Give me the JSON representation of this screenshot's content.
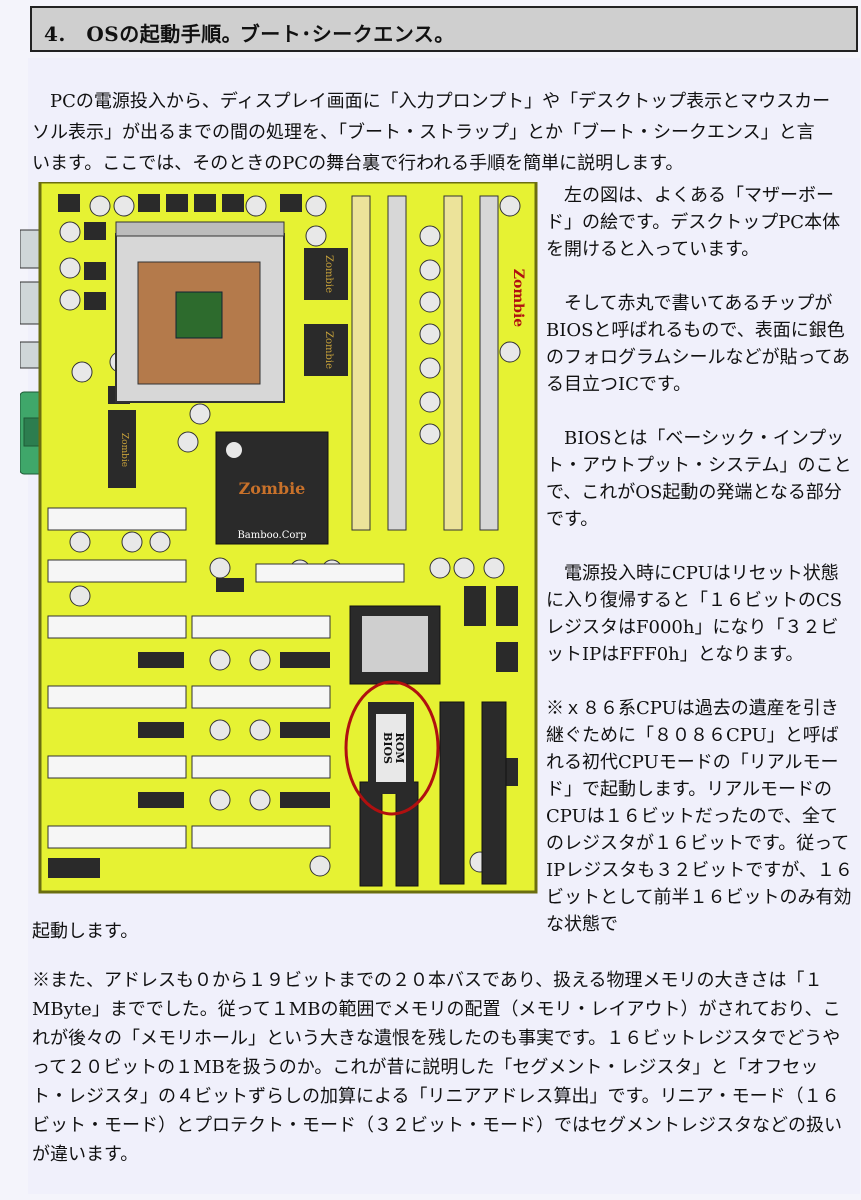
{
  "header": {
    "title": "4.　OSの起動手順｡ ブート･シークエンス。"
  },
  "intro": "PCの電源投入から、ディスプレイ画面に「入力プロンプト」や「デスクトップ表示とマウスカーソル表示」が出るまでの間の処理を、「ブート・ストラップ」とか「ブート・シークエンス」と言います。ここでは、そのときのPCの舞台裏で行われる手順を簡単に説明します。",
  "side_paragraphs": [
    "左の図は、よくある「マザーボード」の絵です。デスクトップPC本体を開けると入っています。",
    "そして赤丸で書いてあるチップがBIOSと呼ばれるもので、表面に銀色のフォログラムシールなどが貼ってある目立つICです。",
    "BIOSとは「ベーシック・インプット・アウトプット・システム」のことで、これがOS起動の発端となる部分です。",
    "電源投入時にCPUはリセット状態に入り復帰すると「１６ビットのCSレジスタはF000h」になり「３２ビットIPはFFF0h」となります。",
    "※ｘ８６系CPUは過去の遺産を引き継ぐために「８０８６CPU」と呼ばれる初代CPUモードの「リアルモード」で起動します。リアルモードのCPUは１６ビットだったので、全てのレジスタが１６ビットです。従ってIPレジスタも３２ビットですが、１６ビットとして前半１６ビットのみ有効な状態で"
  ],
  "continuation": "起動します。",
  "note2": "※また、アドレスも０から１９ビットまでの２０本バスであり、扱える物理メモリの大きさは「１MByte」まででした。従って１MBの範囲でメモリの配置（メモリ・レイアウト）がされており、これが後々の「メモリホール」という大きな遺恨を残したのも事実です。１６ビットレジスタでどうやって２０ビットの１MBを扱うのか。これが昔に説明した「セグメント・レジスタ」と「オフセット・レジスタ」の４ビットずらしの加算による「リニアアドレス算出」です。リニア・モード（１６ビット・モード）とプロテクト・モード（３２ビット・モード）ではセグメントレジスタなどの扱いが違います。",
  "board": {
    "brand_vertical": "Zombie",
    "chip_small_1": "Zombie",
    "chip_small_2": "Zombie",
    "chip_small_3": "Zombie",
    "chipset_label": "Zombie",
    "maker_label": "Bamboo.Corp",
    "bios_label_1": "ROM",
    "bios_label_2": "BIOS",
    "colors": {
      "pcb": "#e6f233",
      "chip": "#2a2a2a",
      "highlight": "#b01010"
    }
  }
}
